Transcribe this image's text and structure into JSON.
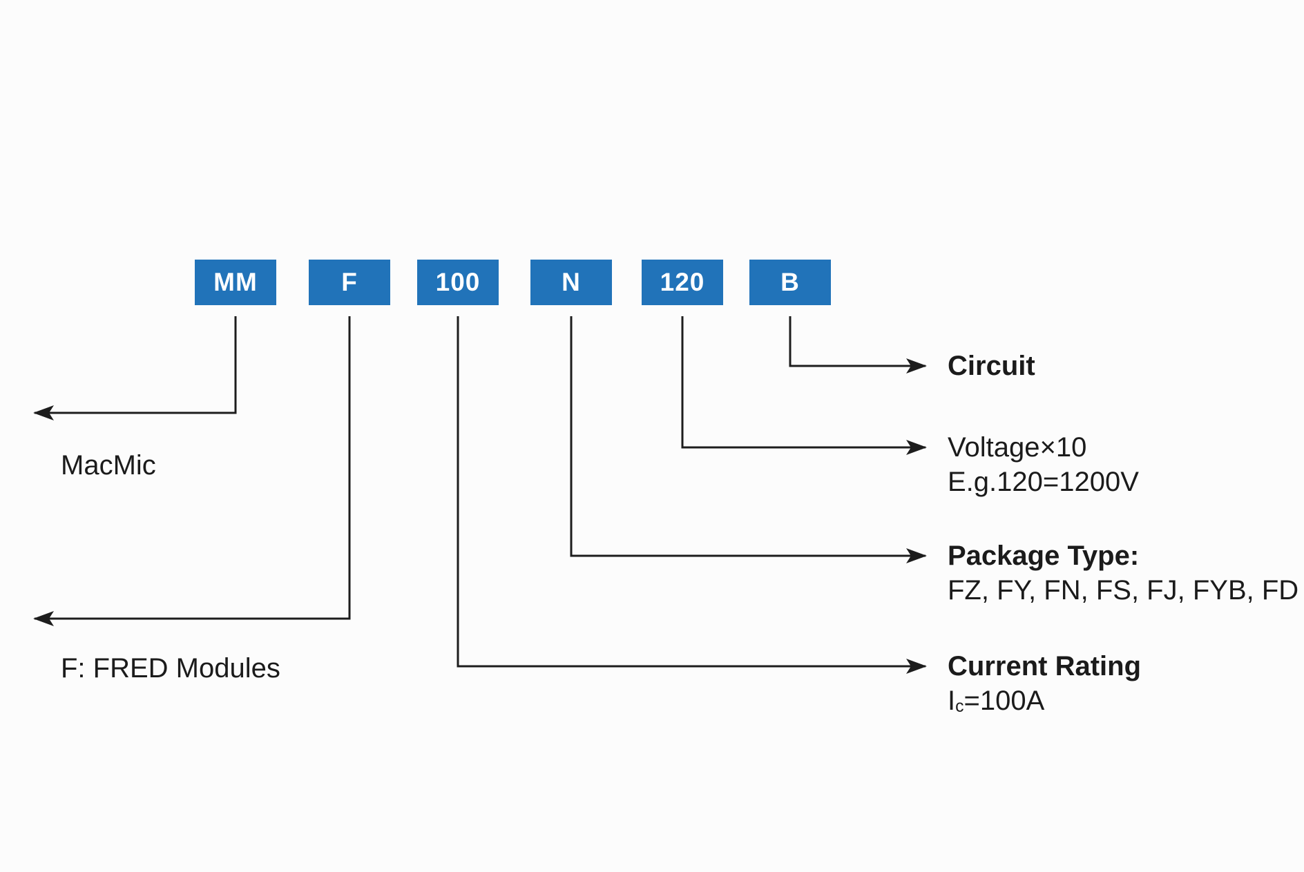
{
  "diagram": {
    "title_semantic": "FRED Modules part numbering explanation",
    "part_number_boxes": [
      {
        "id": "mm",
        "label": "MM"
      },
      {
        "id": "f",
        "label": "F"
      },
      {
        "id": "100",
        "label": "100"
      },
      {
        "id": "n",
        "label": "N"
      },
      {
        "id": "120",
        "label": "120"
      },
      {
        "id": "b",
        "label": "B"
      }
    ],
    "left_labels": {
      "manufacturer": {
        "title": "MacMic"
      },
      "family": {
        "title": "F: FRED Modules"
      }
    },
    "right_labels": {
      "circuit": {
        "title": "Circuit"
      },
      "voltage": {
        "title": "Voltage×10",
        "detail": "E.g.120=1200V"
      },
      "package": {
        "title": "Package Type:",
        "detail": "FZ, FY, FN, FS, FJ, FYB, FD"
      },
      "current": {
        "title": "Current Rating",
        "value_prefix": "I",
        "value_sub": "c",
        "value_rest": "=100A"
      }
    },
    "colors": {
      "box_fill": "#2173b9",
      "box_text": "#ffffff",
      "line": "#1d1d1d",
      "background": "#fcfcfc"
    }
  }
}
